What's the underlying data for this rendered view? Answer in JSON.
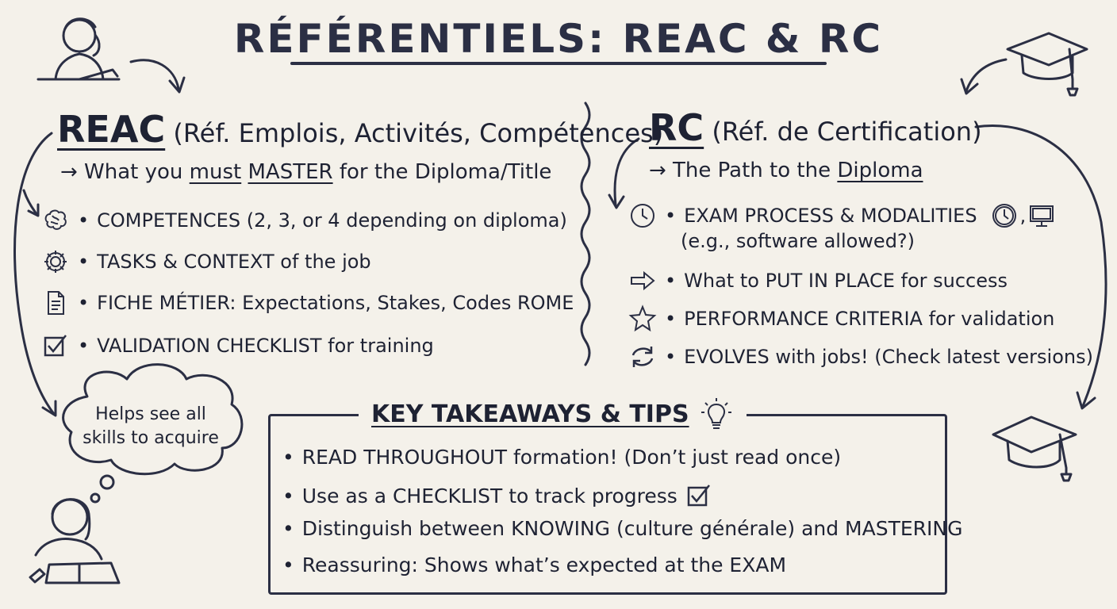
{
  "title": "RÉFÉRENTIELS: REAC & RC",
  "reac": {
    "acronym": "REAC",
    "expansion": "(Réf. Emplois, Activités, Compétences)",
    "subtitle_prefix": "→ What you ",
    "subtitle_must": "must",
    "subtitle_master": "MASTER",
    "subtitle_suffix": " for the Diploma/Title",
    "items": [
      {
        "icon": "brain-icon",
        "text": "COMPETENCES (2, 3, or 4 depending on diploma)"
      },
      {
        "icon": "gear-icon",
        "text": "TASKS & CONTEXT of the job"
      },
      {
        "icon": "document-icon",
        "text": "FICHE MÉTIER: Expectations, Stakes, Codes ROME"
      },
      {
        "icon": "checkbox-icon",
        "text": "VALIDATION CHECKLIST for training"
      }
    ]
  },
  "rc": {
    "acronym": "RC",
    "expansion": "(Réf. de Certification)",
    "subtitle_prefix": "→ The Path to the ",
    "subtitle_diploma": "Diploma",
    "items": [
      {
        "icon": "clock-icon",
        "text": "EXAM PROCESS & MODALITIES",
        "text2": "(e.g., software allowed?)"
      },
      {
        "icon": "arrow-icon",
        "text": "What to PUT IN PLACE for success"
      },
      {
        "icon": "star-icon",
        "text": "PERFORMANCE CRITERIA for validation"
      },
      {
        "icon": "refresh-icon",
        "text": "EVOLVES with jobs! (Check latest versions)"
      }
    ]
  },
  "thought_bubble": {
    "line1": "Helps see all",
    "line2": "skills to acquire"
  },
  "takeaways": {
    "title": "KEY TAKEAWAYS & TIPS",
    "items": [
      "READ THROUGHOUT formation! (Don’t just read once)",
      "Use as a CHECKLIST to track progress",
      "Distinguish between KNOWING (culture générale) and MASTERING",
      "Reassuring: Shows what’s expected at the EXAM"
    ]
  },
  "bullet": "•",
  "comma": ",",
  "colors": {
    "ink": "#1e2233",
    "paper": "#f4f1ea"
  }
}
